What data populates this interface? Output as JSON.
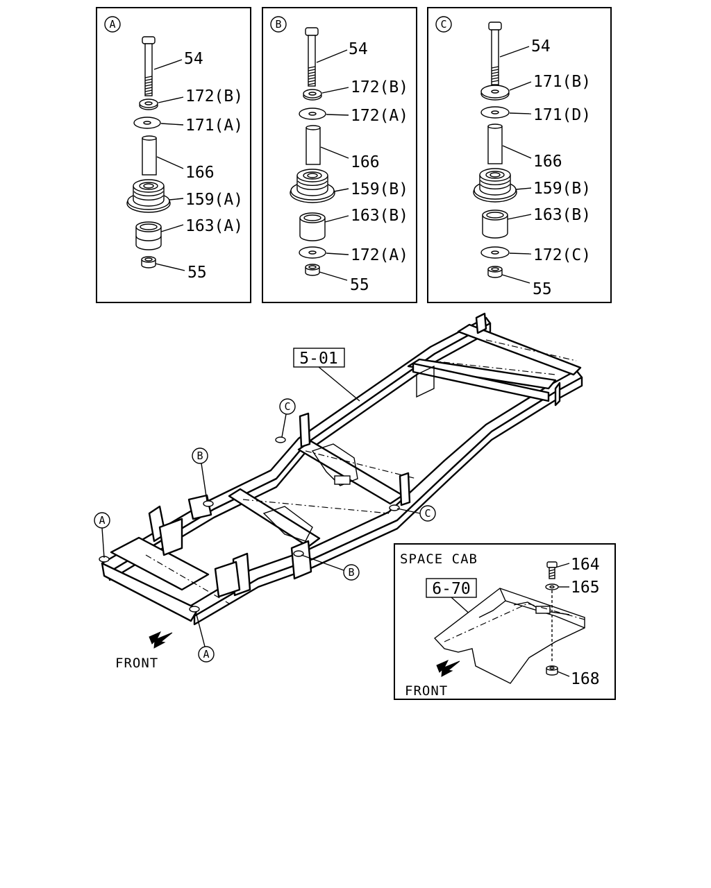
{
  "panels": {
    "a": {
      "badge": "A",
      "labels": {
        "bolt": "54",
        "washer_top": "172(B)",
        "washer_2": "171(A)",
        "sleeve": "166",
        "upper_insulator": "159(A)",
        "lower_insulator": "163(A)",
        "nut": "55"
      }
    },
    "b": {
      "badge": "B",
      "labels": {
        "bolt": "54",
        "washer_top": "172(B)",
        "washer_2": "172(A)",
        "sleeve": "166",
        "upper_insulator": "159(B)",
        "lower_insulator": "163(B)",
        "washer_bottom": "172(A)",
        "nut": "55"
      }
    },
    "c": {
      "badge": "C",
      "labels": {
        "bolt": "54",
        "washer_top": "171(B)",
        "washer_2": "171(D)",
        "sleeve": "166",
        "upper_insulator": "159(B)",
        "lower_insulator": "163(B)",
        "washer_bottom": "172(C)",
        "nut": "55"
      }
    }
  },
  "frame_view": {
    "ref_label": "5-01",
    "front_label": "FRONT",
    "callouts": [
      "A",
      "A",
      "B",
      "B",
      "C",
      "C"
    ]
  },
  "space_cab": {
    "title": "SPACE CAB",
    "ref_label": "6-70",
    "front_label": "FRONT",
    "labels": {
      "bolt": "164",
      "washer": "165",
      "nut": "168"
    }
  }
}
